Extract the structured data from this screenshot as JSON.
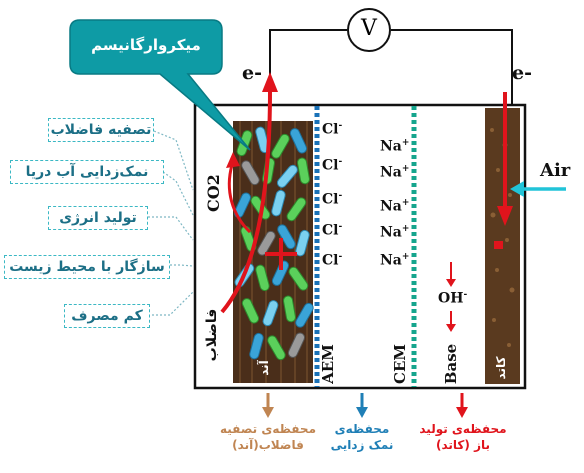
{
  "microorganism_label": "میکروارگانیسم",
  "voltmeter_symbol": "V",
  "electron_left": "e-",
  "electron_right": "e-",
  "air_label": "Air",
  "co2_label": "CO2",
  "wastewater_label": "فاضلاب",
  "anode_label": "آند",
  "cathode_label": "کاتد",
  "plus_sign": "+",
  "minus_sign": "-",
  "membranes": {
    "aem": "AEM",
    "cem": "CEM"
  },
  "base_label": "Base",
  "hydroxide": {
    "base": "OH",
    "charge": "-"
  },
  "chloride_ions": [
    {
      "base": "Cl",
      "charge": "-"
    },
    {
      "base": "Cl",
      "charge": "-"
    },
    {
      "base": "Cl",
      "charge": "-"
    },
    {
      "base": "Cl",
      "charge": "-"
    },
    {
      "base": "Cl",
      "charge": "-"
    }
  ],
  "sodium_ions": [
    {
      "base": "Na",
      "charge": "+"
    },
    {
      "base": "Na",
      "charge": "+"
    },
    {
      "base": "Na",
      "charge": "+"
    },
    {
      "base": "Na",
      "charge": "+"
    },
    {
      "base": "Na",
      "charge": "+"
    }
  ],
  "features": [
    "تصفیه فاضلاب",
    "نمک‌زدایی آب دریا",
    "تولید انرژی",
    "سازگار با محیط زیست",
    "کم مصرف"
  ],
  "chambers": {
    "anode_line1": "محفظه‌ی تصفیه",
    "anode_line2": "فاضلاب(آند)",
    "desal_line1": "محفظه‌ی",
    "desal_line2": "نمک زدایی",
    "cathode_line1": "محفظه‌ی تولید",
    "cathode_line2": "باز (کاتد)"
  },
  "colors": {
    "callout_teal": "#0e9ba5",
    "aem_blue": "#1a72b8",
    "cem_teal": "#15a58d",
    "arrow_red": "#e0141c",
    "air_cyan": "#21c4d8",
    "anode_brown": "#c08552",
    "desal_blue": "#1f7fb6",
    "cathode_red": "#e0141c"
  }
}
